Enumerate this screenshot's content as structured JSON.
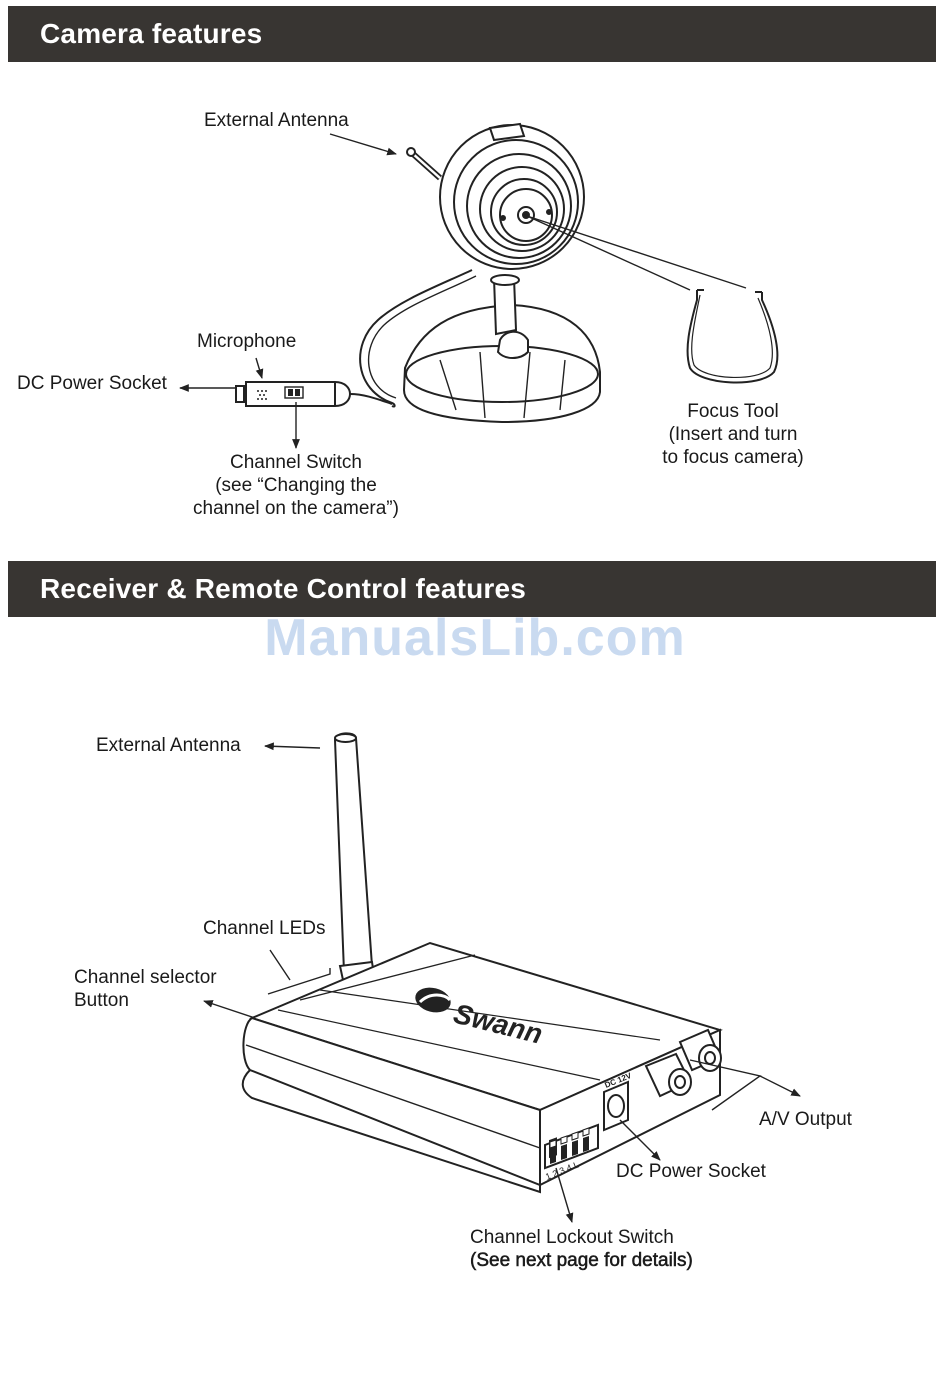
{
  "sections": {
    "camera": {
      "title": "Camera features",
      "labels": {
        "external_antenna": "External Antenna",
        "microphone": "Microphone",
        "dc_power_socket": "DC Power Socket",
        "channel_switch_1": "Channel Switch",
        "channel_switch_2": "(see “Changing the",
        "channel_switch_3": "channel on the camera”)",
        "focus_tool_1": "Focus Tool",
        "focus_tool_2": "(Insert and turn",
        "focus_tool_3": "to focus camera)"
      }
    },
    "receiver": {
      "title": "Receiver & Remote Control features",
      "labels": {
        "external_antenna": "External Antenna",
        "channel_leds": "Channel LEDs",
        "channel_selector_1": "Channel selector",
        "channel_selector_2": "Button",
        "av_output": "A/V Output",
        "dc_power_socket": "DC Power Socket",
        "lockout_1": "Channel Lockout Switch",
        "lockout_2": "(See next page for details)"
      },
      "device_marks": {
        "brand": "Swann",
        "dc_label": "DC 12V",
        "switch_numbers": "1 2 3 4 L"
      }
    }
  },
  "watermark": "ManualsLib.com"
}
